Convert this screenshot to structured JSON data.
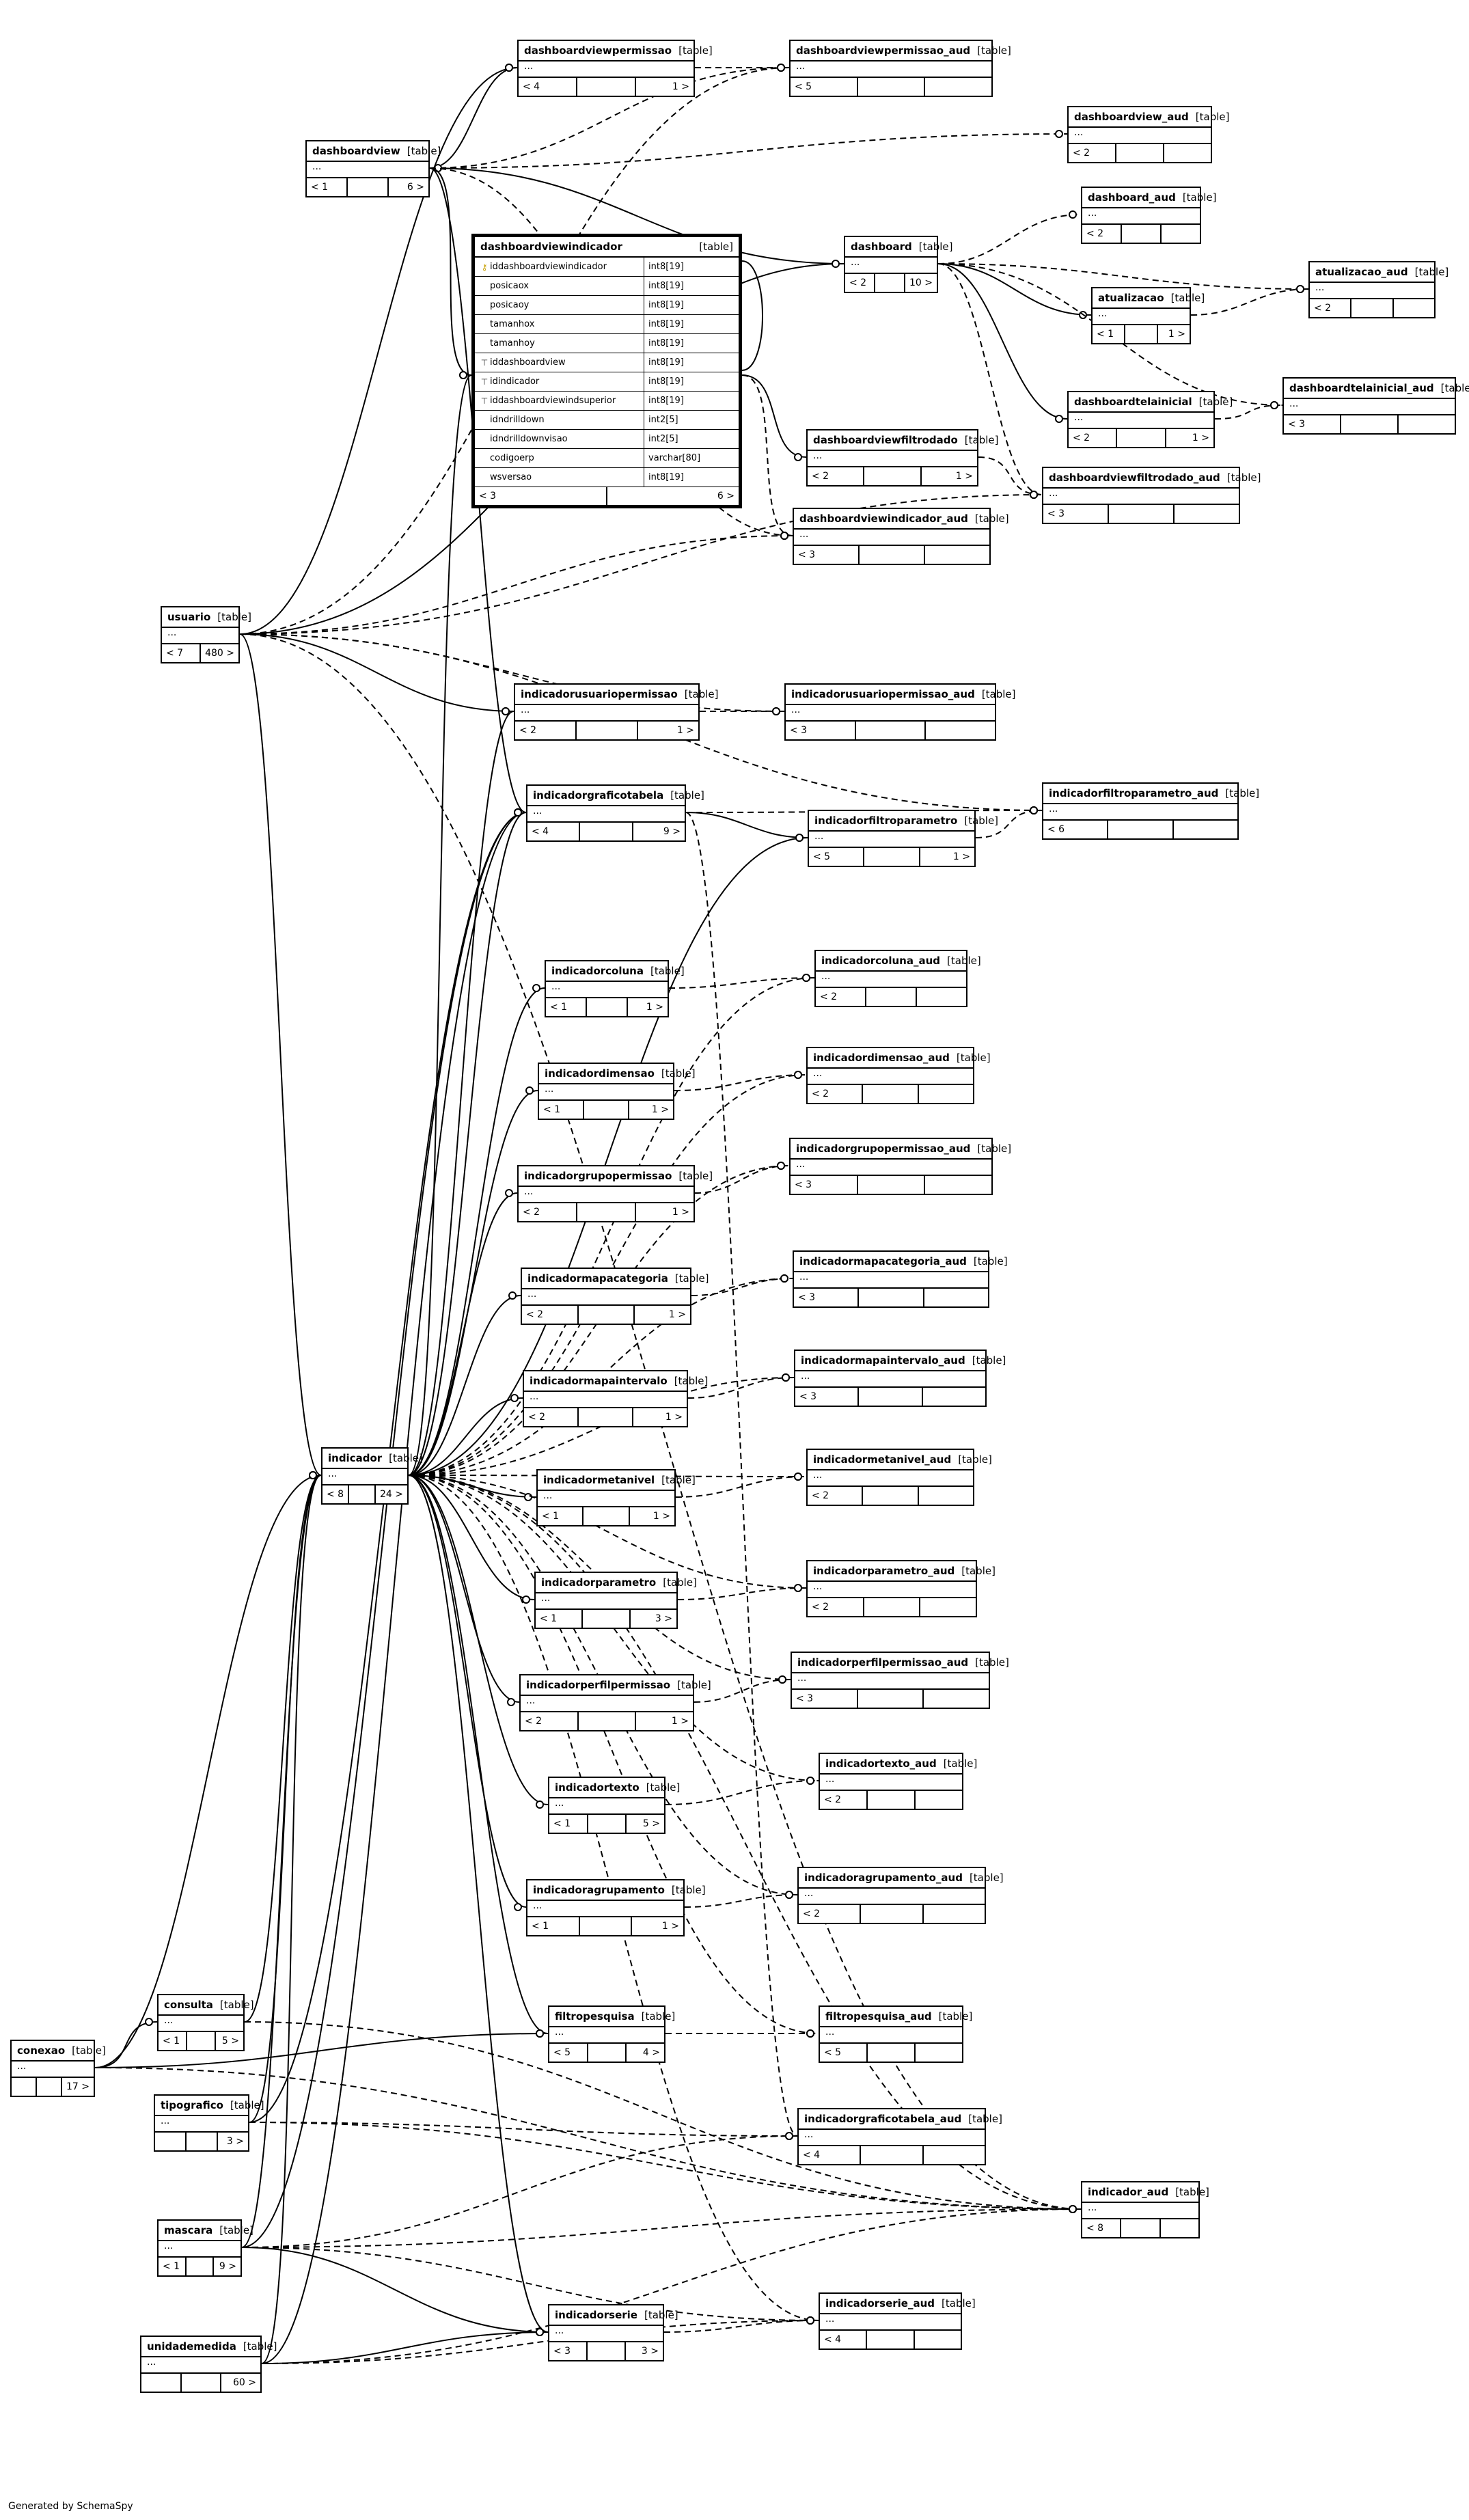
{
  "footer": "Generated by SchemaSpy",
  "focus": {
    "name": "dashboardviewindicador",
    "tag": "[table]",
    "columns": [
      {
        "name": "iddashboardviewindicador",
        "type": "int8[19]",
        "icon": "primary-key-icon"
      },
      {
        "name": "posicaox",
        "type": "int8[19]",
        "icon": ""
      },
      {
        "name": "posicaoy",
        "type": "int8[19]",
        "icon": ""
      },
      {
        "name": "tamanhox",
        "type": "int8[19]",
        "icon": ""
      },
      {
        "name": "tamanhoy",
        "type": "int8[19]",
        "icon": ""
      },
      {
        "name": "iddashboardview",
        "type": "int8[19]",
        "icon": "foreign-key-icon"
      },
      {
        "name": "idindicador",
        "type": "int8[19]",
        "icon": "foreign-key-icon"
      },
      {
        "name": "iddashboardviewindsuperior",
        "type": "int8[19]",
        "icon": "foreign-key-icon"
      },
      {
        "name": "idndrilldown",
        "type": "int2[5]",
        "icon": ""
      },
      {
        "name": "idndrilldownvisao",
        "type": "int2[5]",
        "icon": ""
      },
      {
        "name": "codigoerp",
        "type": "varchar[80]",
        "icon": ""
      },
      {
        "name": "wsversao",
        "type": "int8[19]",
        "icon": ""
      }
    ],
    "footer": [
      "< 3",
      "6 >"
    ]
  },
  "tables": [
    {
      "id": "dashboardviewpermissao",
      "name": "dashboardviewpermissao",
      "tag": "[table]",
      "footer": [
        "< 4",
        "",
        "1 >"
      ]
    },
    {
      "id": "dashboardviewpermissao_aud",
      "name": "dashboardviewpermissao_aud",
      "tag": "[table]",
      "footer": [
        "< 5",
        "",
        ""
      ]
    },
    {
      "id": "dashboardview",
      "name": "dashboardview",
      "tag": "[table]",
      "footer": [
        "< 1",
        "",
        "6 >"
      ]
    },
    {
      "id": "dashboardview_aud",
      "name": "dashboardview_aud",
      "tag": "[table]",
      "footer": [
        "< 2",
        "",
        ""
      ]
    },
    {
      "id": "dashboard_aud",
      "name": "dashboard_aud",
      "tag": "[table]",
      "footer": [
        "< 2",
        "",
        ""
      ]
    },
    {
      "id": "dashboard",
      "name": "dashboard",
      "tag": "[table]",
      "footer": [
        "< 2",
        "",
        "10 >"
      ]
    },
    {
      "id": "atualizacao_aud",
      "name": "atualizacao_aud",
      "tag": "[table]",
      "footer": [
        "< 2",
        "",
        ""
      ]
    },
    {
      "id": "atualizacao",
      "name": "atualizacao",
      "tag": "[table]",
      "footer": [
        "< 1",
        "",
        "1 >"
      ]
    },
    {
      "id": "dashboardtelainicial_aud",
      "name": "dashboardtelainicial_aud",
      "tag": "[table]",
      "footer": [
        "< 3",
        "",
        ""
      ]
    },
    {
      "id": "dashboardtelainicial",
      "name": "dashboardtelainicial",
      "tag": "[table]",
      "footer": [
        "< 2",
        "",
        "1 >"
      ]
    },
    {
      "id": "dashboardviewfiltrodado",
      "name": "dashboardviewfiltrodado",
      "tag": "[table]",
      "footer": [
        "< 2",
        "",
        "1 >"
      ]
    },
    {
      "id": "dashboardviewfiltrodado_aud",
      "name": "dashboardviewfiltrodado_aud",
      "tag": "[table]",
      "footer": [
        "< 3",
        "",
        ""
      ]
    },
    {
      "id": "dashboardviewindicador_aud",
      "name": "dashboardviewindicador_aud",
      "tag": "[table]",
      "footer": [
        "< 3",
        "",
        ""
      ]
    },
    {
      "id": "usuario",
      "name": "usuario",
      "tag": "[table]",
      "footer": [
        "< 7",
        "480 >"
      ]
    },
    {
      "id": "indicadorusuariopermissao",
      "name": "indicadorusuariopermissao",
      "tag": "[table]",
      "footer": [
        "< 2",
        "",
        "1 >"
      ]
    },
    {
      "id": "indicadorusuariopermissao_aud",
      "name": "indicadorusuariopermissao_aud",
      "tag": "[table]",
      "footer": [
        "< 3",
        "",
        ""
      ]
    },
    {
      "id": "indicadorgraficotabela",
      "name": "indicadorgraficotabela",
      "tag": "[table]",
      "footer": [
        "< 4",
        "",
        "9 >"
      ]
    },
    {
      "id": "indicadorfiltroparametro",
      "name": "indicadorfiltroparametro",
      "tag": "[table]",
      "footer": [
        "< 5",
        "",
        "1 >"
      ]
    },
    {
      "id": "indicadorfiltroparametro_aud",
      "name": "indicadorfiltroparametro_aud",
      "tag": "[table]",
      "footer": [
        "< 6",
        "",
        ""
      ]
    },
    {
      "id": "indicadorcoluna",
      "name": "indicadorcoluna",
      "tag": "[table]",
      "footer": [
        "< 1",
        "",
        "1 >"
      ]
    },
    {
      "id": "indicadorcoluna_aud",
      "name": "indicadorcoluna_aud",
      "tag": "[table]",
      "footer": [
        "< 2",
        "",
        ""
      ]
    },
    {
      "id": "indicadordimensao",
      "name": "indicadordimensao",
      "tag": "[table]",
      "footer": [
        "< 1",
        "",
        "1 >"
      ]
    },
    {
      "id": "indicadordimensao_aud",
      "name": "indicadordimensao_aud",
      "tag": "[table]",
      "footer": [
        "< 2",
        "",
        ""
      ]
    },
    {
      "id": "indicadorgrupopermissao",
      "name": "indicadorgrupopermissao",
      "tag": "[table]",
      "footer": [
        "< 2",
        "",
        "1 >"
      ]
    },
    {
      "id": "indicadorgrupopermissao_aud",
      "name": "indicadorgrupopermissao_aud",
      "tag": "[table]",
      "footer": [
        "< 3",
        "",
        ""
      ]
    },
    {
      "id": "indicadormapacategoria",
      "name": "indicadormapacategoria",
      "tag": "[table]",
      "footer": [
        "< 2",
        "",
        "1 >"
      ]
    },
    {
      "id": "indicadormapacategoria_aud",
      "name": "indicadormapacategoria_aud",
      "tag": "[table]",
      "footer": [
        "< 3",
        "",
        ""
      ]
    },
    {
      "id": "indicadormapaintervalo",
      "name": "indicadormapaintervalo",
      "tag": "[table]",
      "footer": [
        "< 2",
        "",
        "1 >"
      ]
    },
    {
      "id": "indicadormapaintervalo_aud",
      "name": "indicadormapaintervalo_aud",
      "tag": "[table]",
      "footer": [
        "< 3",
        "",
        ""
      ]
    },
    {
      "id": "indicador",
      "name": "indicador",
      "tag": "[table]",
      "footer": [
        "< 8",
        "",
        "24 >"
      ]
    },
    {
      "id": "indicadormetanivel",
      "name": "indicadormetanivel",
      "tag": "[table]",
      "footer": [
        "< 1",
        "",
        "1 >"
      ]
    },
    {
      "id": "indicadormetanivel_aud",
      "name": "indicadormetanivel_aud",
      "tag": "[table]",
      "footer": [
        "< 2",
        "",
        ""
      ]
    },
    {
      "id": "indicadorparametro",
      "name": "indicadorparametro",
      "tag": "[table]",
      "footer": [
        "< 1",
        "",
        "3 >"
      ]
    },
    {
      "id": "indicadorparametro_aud",
      "name": "indicadorparametro_aud",
      "tag": "[table]",
      "footer": [
        "< 2",
        "",
        ""
      ]
    },
    {
      "id": "indicadorperfilpermissao",
      "name": "indicadorperfilpermissao",
      "tag": "[table]",
      "footer": [
        "< 2",
        "",
        "1 >"
      ]
    },
    {
      "id": "indicadorperfilpermissao_aud",
      "name": "indicadorperfilpermissao_aud",
      "tag": "[table]",
      "footer": [
        "< 3",
        "",
        ""
      ]
    },
    {
      "id": "indicadortexto",
      "name": "indicadortexto",
      "tag": "[table]",
      "footer": [
        "< 1",
        "",
        "5 >"
      ]
    },
    {
      "id": "indicadortexto_aud",
      "name": "indicadortexto_aud",
      "tag": "[table]",
      "footer": [
        "< 2",
        "",
        ""
      ]
    },
    {
      "id": "indicadoragrupamento",
      "name": "indicadoragrupamento",
      "tag": "[table]",
      "footer": [
        "< 1",
        "",
        "1 >"
      ]
    },
    {
      "id": "indicadoragrupamento_aud",
      "name": "indicadoragrupamento_aud",
      "tag": "[table]",
      "footer": [
        "< 2",
        "",
        ""
      ]
    },
    {
      "id": "consulta",
      "name": "consulta",
      "tag": "[table]",
      "footer": [
        "< 1",
        "",
        "5 >"
      ]
    },
    {
      "id": "conexao",
      "name": "conexao",
      "tag": "[table]",
      "footer": [
        "",
        "",
        "17 >"
      ]
    },
    {
      "id": "filtropesquisa",
      "name": "filtropesquisa",
      "tag": "[table]",
      "footer": [
        "< 5",
        "",
        "4 >"
      ]
    },
    {
      "id": "filtropesquisa_aud",
      "name": "filtropesquisa_aud",
      "tag": "[table]",
      "footer": [
        "< 5",
        "",
        ""
      ]
    },
    {
      "id": "tipografico",
      "name": "tipografico",
      "tag": "[table]",
      "footer": [
        "",
        "",
        "3 >"
      ]
    },
    {
      "id": "indicadorgraficotabela_aud",
      "name": "indicadorgraficotabela_aud",
      "tag": "[table]",
      "footer": [
        "< 4",
        "",
        ""
      ]
    },
    {
      "id": "indicador_aud",
      "name": "indicador_aud",
      "tag": "[table]",
      "footer": [
        "< 8",
        "",
        ""
      ]
    },
    {
      "id": "mascara",
      "name": "mascara",
      "tag": "[table]",
      "footer": [
        "< 1",
        "",
        "9 >"
      ]
    },
    {
      "id": "indicadorserie",
      "name": "indicadorserie",
      "tag": "[table]",
      "footer": [
        "< 3",
        "",
        "3 >"
      ]
    },
    {
      "id": "indicadorserie_aud",
      "name": "indicadorserie_aud",
      "tag": "[table]",
      "footer": [
        "< 4",
        "",
        ""
      ]
    },
    {
      "id": "unidademedida",
      "name": "unidademedida",
      "tag": "[table]",
      "footer": [
        "",
        "",
        "60 >"
      ]
    }
  ],
  "edges": [
    [
      "dashboardview",
      "dashboardviewpermissao",
      "solid"
    ],
    [
      "usuario",
      "dashboardviewpermissao",
      "solid"
    ],
    [
      "dashboardviewpermissao",
      "dashboardviewpermissao_aud",
      "dashed"
    ],
    [
      "dashboardview",
      "dashboardviewpermissao_aud",
      "dashed"
    ],
    [
      "usuario",
      "dashboardviewpermissao_aud",
      "dashed"
    ],
    [
      "dashboardview",
      "dashboardview_aud",
      "dashed"
    ],
    [
      "dashboard",
      "dashboardview",
      "solid"
    ],
    [
      "dashboardview",
      "dashboardviewindicador",
      "solid"
    ],
    [
      "indicador",
      "dashboardviewindicador",
      "solid"
    ],
    [
      "dashboardviewindicador",
      "dashboardviewindicador",
      "solid"
    ],
    [
      "dashboard",
      "dashboard_aud",
      "dashed"
    ],
    [
      "dashboard",
      "atualizacao",
      "solid"
    ],
    [
      "atualizacao",
      "atualizacao_aud",
      "dashed"
    ],
    [
      "dashboard",
      "atualizacao_aud",
      "dashed"
    ],
    [
      "dashboard",
      "dashboardtelainicial",
      "solid"
    ],
    [
      "dashboardtelainicial",
      "dashboardtelainicial_aud",
      "dashed"
    ],
    [
      "dashboard",
      "dashboardtelainicial_aud",
      "dashed"
    ],
    [
      "dashboardviewindicador",
      "dashboardviewfiltrodado",
      "solid"
    ],
    [
      "dashboardviewfiltrodado",
      "dashboardviewfiltrodado_aud",
      "dashed"
    ],
    [
      "dashboard",
      "dashboardviewfiltrodado_aud",
      "dashed"
    ],
    [
      "usuario",
      "dashboardviewfiltrodado_aud",
      "dashed"
    ],
    [
      "dashboardviewindicador",
      "dashboardviewindicador_aud",
      "dashed"
    ],
    [
      "dashboardview",
      "dashboardviewindicador_aud",
      "dashed"
    ],
    [
      "usuario",
      "dashboardviewindicador_aud",
      "dashed"
    ],
    [
      "usuario",
      "dashboard",
      "solid"
    ],
    [
      "usuario",
      "indicadorusuariopermissao",
      "solid"
    ],
    [
      "indicador",
      "indicadorusuariopermissao",
      "solid"
    ],
    [
      "indicadorusuariopermissao",
      "indicadorusuariopermissao_aud",
      "dashed"
    ],
    [
      "usuario",
      "indicadorusuariopermissao_aud",
      "dashed"
    ],
    [
      "indicador",
      "indicadorgraficotabela",
      "solid"
    ],
    [
      "dashboardview",
      "indicadorgraficotabela",
      "solid"
    ],
    [
      "indicadorgraficotabela",
      "indicadorfiltroparametro",
      "solid"
    ],
    [
      "indicador",
      "indicadorfiltroparametro",
      "solid"
    ],
    [
      "indicadorfiltroparametro",
      "indicadorfiltroparametro_aud",
      "dashed"
    ],
    [
      "indicadorgraficotabela",
      "indicadorfiltroparametro_aud",
      "dashed"
    ],
    [
      "usuario",
      "indicadorfiltroparametro_aud",
      "dashed"
    ],
    [
      "indicador",
      "indicadorcoluna",
      "solid"
    ],
    [
      "indicadorcoluna",
      "indicadorcoluna_aud",
      "dashed"
    ],
    [
      "indicador",
      "indicadorcoluna_aud",
      "dashed"
    ],
    [
      "indicador",
      "indicadordimensao",
      "solid"
    ],
    [
      "indicadordimensao",
      "indicadordimensao_aud",
      "dashed"
    ],
    [
      "indicador",
      "indicadordimensao_aud",
      "dashed"
    ],
    [
      "indicador",
      "indicadorgrupopermissao",
      "solid"
    ],
    [
      "indicadorgrupopermissao",
      "indicadorgrupopermissao_aud",
      "dashed"
    ],
    [
      "indicador",
      "indicadorgrupopermissao_aud",
      "dashed"
    ],
    [
      "indicador",
      "indicadormapacategoria",
      "solid"
    ],
    [
      "indicadormapacategoria",
      "indicadormapacategoria_aud",
      "dashed"
    ],
    [
      "indicador",
      "indicadormapacategoria_aud",
      "dashed"
    ],
    [
      "indicador",
      "indicadormapaintervalo",
      "solid"
    ],
    [
      "indicadormapaintervalo",
      "indicadormapaintervalo_aud",
      "dashed"
    ],
    [
      "indicador",
      "indicadormapaintervalo_aud",
      "dashed"
    ],
    [
      "indicador",
      "indicadormetanivel",
      "solid"
    ],
    [
      "indicadormetanivel",
      "indicadormetanivel_aud",
      "dashed"
    ],
    [
      "indicador",
      "indicadormetanivel_aud",
      "dashed"
    ],
    [
      "indicador",
      "indicadorparametro",
      "solid"
    ],
    [
      "indicadorparametro",
      "indicadorparametro_aud",
      "dashed"
    ],
    [
      "indicador",
      "indicadorparametro_aud",
      "dashed"
    ],
    [
      "indicador",
      "indicadorperfilpermissao",
      "solid"
    ],
    [
      "indicadorperfilpermissao",
      "indicadorperfilpermissao_aud",
      "dashed"
    ],
    [
      "indicador",
      "indicadorperfilpermissao_aud",
      "dashed"
    ],
    [
      "indicador",
      "indicadortexto",
      "solid"
    ],
    [
      "indicadortexto",
      "indicadortexto_aud",
      "dashed"
    ],
    [
      "indicador",
      "indicadortexto_aud",
      "dashed"
    ],
    [
      "indicador",
      "indicadoragrupamento",
      "solid"
    ],
    [
      "indicadoragrupamento",
      "indicadoragrupamento_aud",
      "dashed"
    ],
    [
      "indicador",
      "indicadoragrupamento_aud",
      "dashed"
    ],
    [
      "indicador",
      "filtropesquisa",
      "solid"
    ],
    [
      "conexao",
      "filtropesquisa",
      "solid"
    ],
    [
      "filtropesquisa",
      "filtropesquisa_aud",
      "dashed"
    ],
    [
      "indicador",
      "filtropesquisa_aud",
      "dashed"
    ],
    [
      "conexao",
      "consulta",
      "solid"
    ],
    [
      "consulta",
      "indicador",
      "solid"
    ],
    [
      "conexao",
      "indicador",
      "solid"
    ],
    [
      "tipografico",
      "indicador",
      "solid"
    ],
    [
      "mascara",
      "indicador",
      "solid"
    ],
    [
      "unidademedida",
      "indicador",
      "solid"
    ],
    [
      "usuario",
      "indicador",
      "solid"
    ],
    [
      "tipografico",
      "indicadorgraficotabela_aud",
      "dashed"
    ],
    [
      "indicadorgraficotabela",
      "indicadorgraficotabela_aud",
      "dashed"
    ],
    [
      "mascara",
      "indicadorgraficotabela_aud",
      "dashed"
    ],
    [
      "indicador",
      "indicador_aud",
      "dashed"
    ],
    [
      "conexao",
      "indicador_aud",
      "dashed"
    ],
    [
      "consulta",
      "indicador_aud",
      "dashed"
    ],
    [
      "tipografico",
      "indicador_aud",
      "dashed"
    ],
    [
      "mascara",
      "indicador_aud",
      "dashed"
    ],
    [
      "unidademedida",
      "indicador_aud",
      "dashed"
    ],
    [
      "usuario",
      "indicador_aud",
      "dashed"
    ],
    [
      "indicador",
      "indicadorserie",
      "solid"
    ],
    [
      "mascara",
      "indicadorserie",
      "solid"
    ],
    [
      "unidademedida",
      "indicadorserie",
      "solid"
    ],
    [
      "indicadorserie",
      "indicadorserie_aud",
      "dashed"
    ],
    [
      "mascara",
      "indicadorserie_aud",
      "dashed"
    ],
    [
      "unidademedida",
      "indicadorserie_aud",
      "dashed"
    ],
    [
      "indicador",
      "indicadorserie_aud",
      "dashed"
    ],
    [
      "mascara",
      "indicadorgraficotabela",
      "solid"
    ],
    [
      "unidademedida",
      "indicadorgraficotabela",
      "solid"
    ],
    [
      "tipografico",
      "indicadorgraficotabela",
      "solid"
    ]
  ]
}
